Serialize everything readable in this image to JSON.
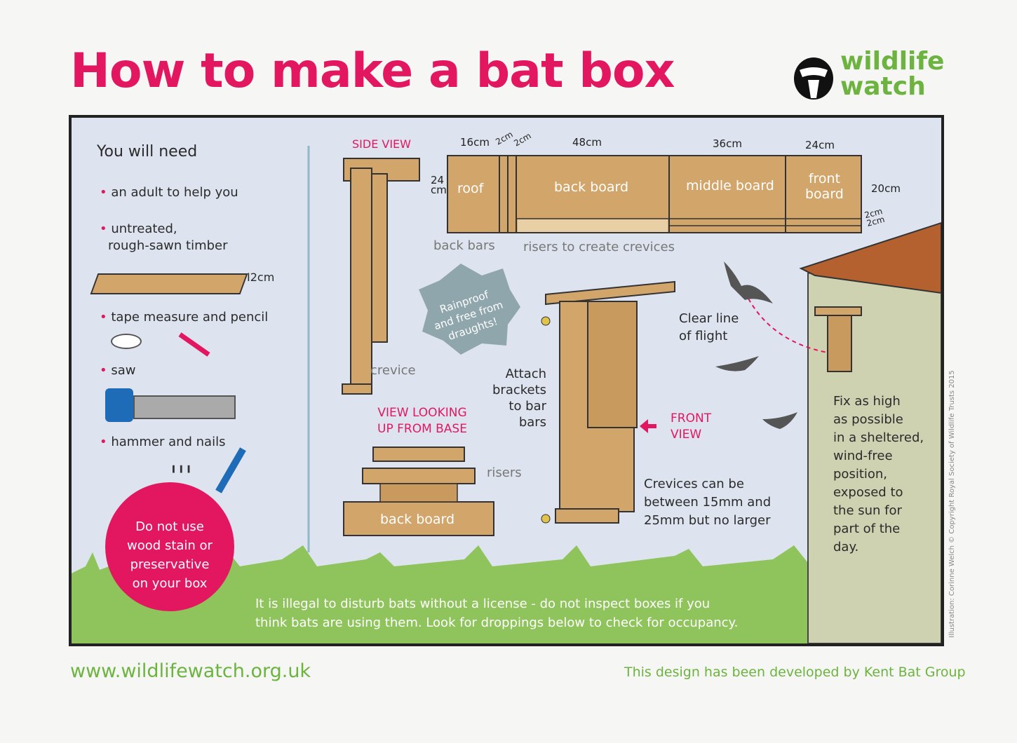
{
  "title": "How to make a bat box",
  "logo": {
    "line1": "wildlife",
    "line2": "watch"
  },
  "needs": {
    "heading": "You will need",
    "items": [
      "an adult to help you",
      "untreated,",
      "rough-sawn timber",
      "tape measure and pencil",
      "saw",
      "hammer and nails"
    ],
    "timber_thickness": "I2cm"
  },
  "warning_circle": [
    "Do not use",
    "wood stain or",
    "preservative",
    "on your box"
  ],
  "cutting_plan": {
    "side_view_label": "SIDE VIEW",
    "dims_top": [
      "16cm",
      "2cm",
      "2cm",
      "48cm",
      "36cm",
      "24cm"
    ],
    "height_left": [
      "24",
      "cm"
    ],
    "height_right": "20cm",
    "small_right": [
      "2cm",
      "2cm"
    ],
    "boards": [
      "roof",
      "back board",
      "middle board",
      "front",
      "board"
    ],
    "back_bars": "back bars",
    "risers_label": "risers to create crevices"
  },
  "badge": [
    "Rainproof",
    "and free from",
    "draughts!"
  ],
  "crevice": "crevice",
  "base_view": {
    "label": [
      "VIEW LOOKING",
      "UP FROM BASE"
    ],
    "risers": "risers",
    "back_board": "back board"
  },
  "attach": [
    "Attach",
    "brackets",
    "to bar",
    "bars"
  ],
  "front_view": [
    "FRONT",
    "VIEW"
  ],
  "crevices_note": [
    "Crevices can be",
    "between 15mm and",
    "25mm but no larger"
  ],
  "flight": [
    "Clear line",
    "of flight"
  ],
  "fix_note": [
    "Fix as high",
    "as possible",
    "in a sheltered,",
    "wind-free",
    "position,",
    "exposed to",
    "the sun for",
    "part of the",
    "day."
  ],
  "illegal_note": [
    "It is illegal to disturb bats without a license - do not inspect boxes if you",
    "think bats are using them. Look for droppings below to check for occupancy."
  ],
  "footer": {
    "url": "www.wildlifewatch.org.uk",
    "credit": "This design has been developed by Kent Bat Group"
  },
  "vertical_credit": "Illustration: Corinne Welch © Copyright Royal Society of Wildlife Trusts 2015",
  "colors": {
    "pink": "#e2175f",
    "green": "#6cb43f",
    "wood": "#d2a56b",
    "panel": "#dde4ef",
    "grass": "#8fc35b",
    "wall": "#cfd2b0",
    "roof": "#b5602f"
  }
}
